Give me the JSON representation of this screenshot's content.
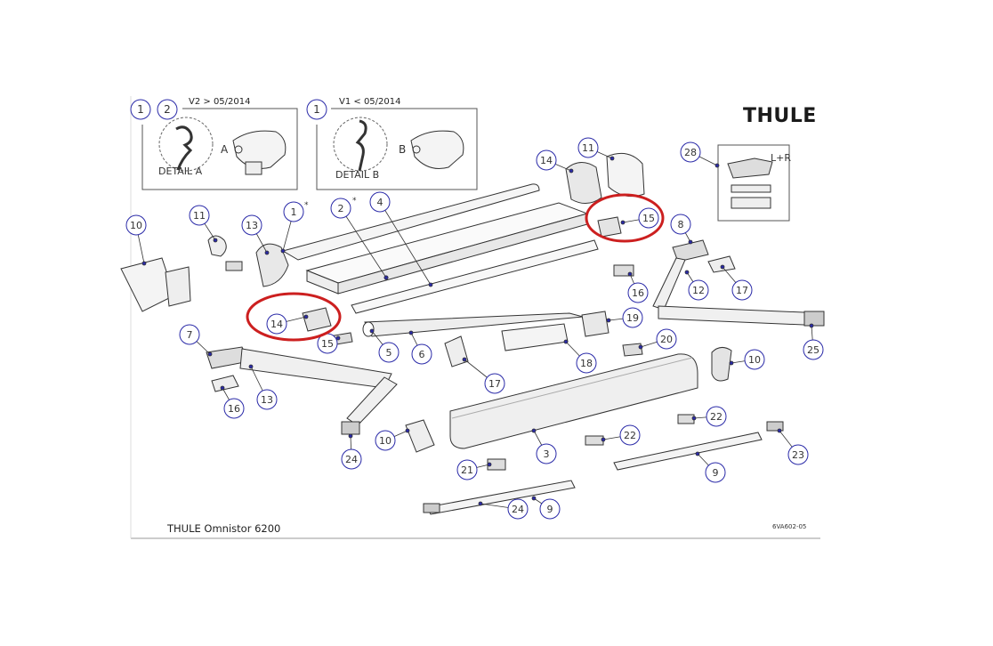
{
  "brand": {
    "name": "THULE",
    "registered": "®"
  },
  "title": "THULE Omnistor 6200",
  "drawing_code": "6VA602-05",
  "details": {
    "a": {
      "version": "V2 > 05/2014",
      "label": "DETAIL A",
      "letter": "A",
      "callouts": [
        "1",
        "2"
      ]
    },
    "b": {
      "version": "V1 < 05/2014",
      "label": "DETAIL B",
      "letter": "B",
      "callouts": [
        "1"
      ]
    }
  },
  "callout_28_note": "L+R",
  "asterisk": "*",
  "callouts": [
    "1",
    "2",
    "4",
    "3",
    "5",
    "6",
    "7",
    "8",
    "9",
    "9",
    "10",
    "10",
    "10",
    "11",
    "11",
    "12",
    "13",
    "13",
    "14",
    "14",
    "15",
    "15",
    "16",
    "16",
    "17",
    "17",
    "18",
    "19",
    "20",
    "21",
    "22",
    "22",
    "23",
    "24",
    "24",
    "25",
    "25",
    "28"
  ],
  "highlight_color": "#cc1f1f",
  "callout_color": "#2a2aa8",
  "line_color": "#333333"
}
